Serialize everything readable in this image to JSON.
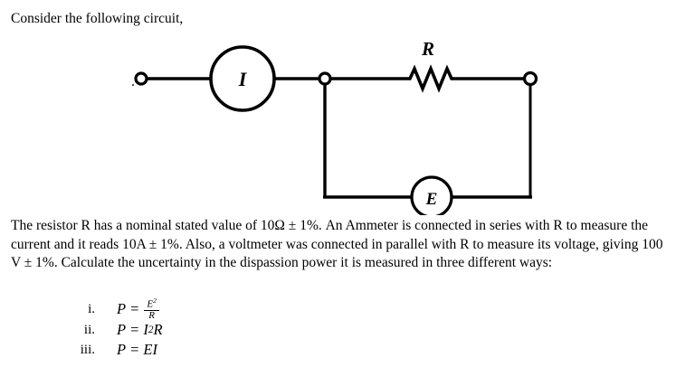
{
  "document": {
    "intro_line": "Consider the following circuit,",
    "paragraph": "The resistor R has a nominal stated value of 10Ω ± 1%. An Ammeter is connected in series with R to measure the current and it reads 10A ± 1%. Also, a voltmeter was connected in parallel with R to measure its voltage, giving 100 V ± 1%. Calculate the uncertainty in the dispassion power it is measured in three different ways:"
  },
  "circuit": {
    "resistor_label": "R",
    "ammeter_label": "I",
    "voltmeter_label": "E",
    "line_color": "#000000",
    "node_fill": "#ffffff"
  },
  "formulas": [
    {
      "marker": "i.",
      "lhs": "P",
      "equals": "=",
      "numerator": "E",
      "numerator_exp": "2",
      "denominator": "R",
      "plain": "P = E²/R"
    },
    {
      "marker": "ii.",
      "lhs": "P",
      "equals": "=",
      "rhs_base": "I",
      "rhs_exp": "2",
      "rhs_tail": "R",
      "plain": "P = I²R"
    },
    {
      "marker": "iii.",
      "lhs": "P",
      "equals": "=",
      "rhs_tail": "EI",
      "plain": "P = EI"
    }
  ]
}
